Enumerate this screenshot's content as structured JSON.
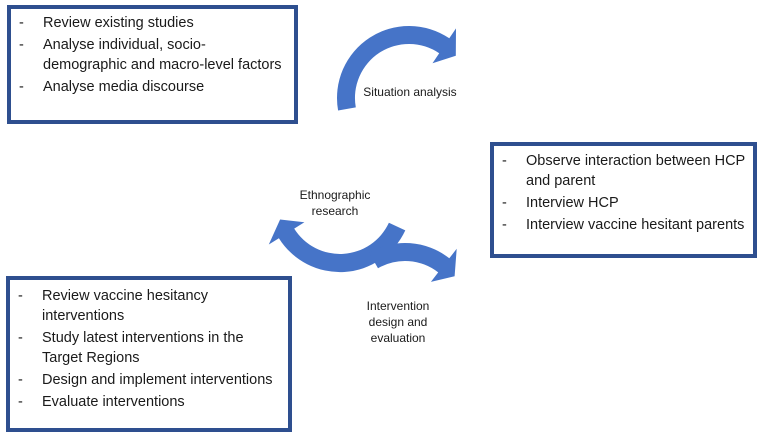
{
  "colors": {
    "arrow": "#4674c8",
    "box_border": "#2e4f8f"
  },
  "stages": {
    "situation": "Situation analysis",
    "ethnographic": "Ethnographic research",
    "intervention": "Intervention design and evaluation"
  },
  "boxes": {
    "situation_tasks": [
      "Review existing studies",
      "Analyse individual, socio-demographic and macro-level factors",
      "Analyse media discourse"
    ],
    "ethnographic_tasks": [
      "Observe interaction between HCP and parent",
      "Interview HCP",
      "Interview vaccine hesitant parents"
    ],
    "intervention_tasks": [
      "Review vaccine hesitancy interventions",
      "Study latest interventions in the Target Regions",
      "Design and implement interventions",
      "Evaluate interventions"
    ]
  }
}
